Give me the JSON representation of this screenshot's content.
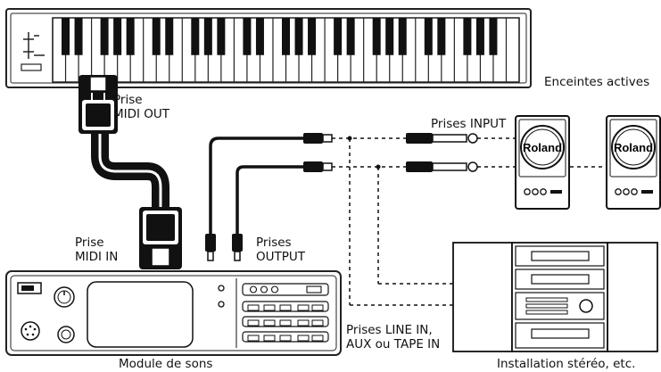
{
  "labels": {
    "midi_out": [
      "Prise",
      "MIDI OUT"
    ],
    "midi_in": [
      "Prise",
      "MIDI IN"
    ],
    "output": [
      "Prises",
      "OUTPUT"
    ],
    "input": "Prises INPUT",
    "line_in": [
      "Prises LINE  IN,",
      "AUX ou TAPE IN"
    ],
    "speakers": "Enceintes actives",
    "sound_module": "Module de sons",
    "stereo": "Installation stéréo, etc."
  },
  "speaker_brand": "Roland"
}
